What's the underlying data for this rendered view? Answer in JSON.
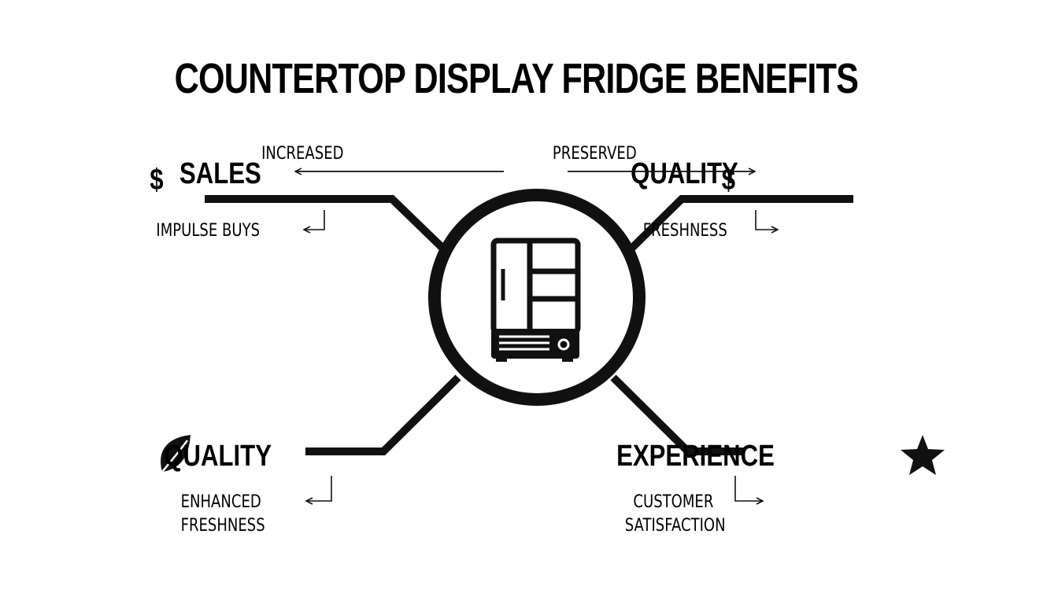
{
  "title": "COUNTERTOP DISPLAY FRIDGE BENEFITS",
  "colors": {
    "ink": "#111111",
    "background": "#ffffff"
  },
  "center": {
    "icon": "display-fridge-icon"
  },
  "branches": {
    "top_left": {
      "heading": "SALES",
      "icon": "dollar-icon",
      "icon_text": "$",
      "arrow_label": "INCREASED",
      "detail": [
        "IMPULSE BUYS"
      ]
    },
    "top_right": {
      "heading": "QUALITY",
      "icon": "dollar-icon",
      "icon_text": "$",
      "arrow_label": "PRESERVED",
      "detail": [
        "FRESHNESS"
      ]
    },
    "bottom_left": {
      "heading": "QUALITY",
      "icon": "leaf-icon",
      "detail": [
        "ENHANCED",
        "FRESHNESS"
      ]
    },
    "bottom_right": {
      "heading": "EXPERIENCE",
      "icon": "star-icon",
      "detail": [
        "CUSTOMER",
        "SATISFACTION"
      ]
    }
  }
}
